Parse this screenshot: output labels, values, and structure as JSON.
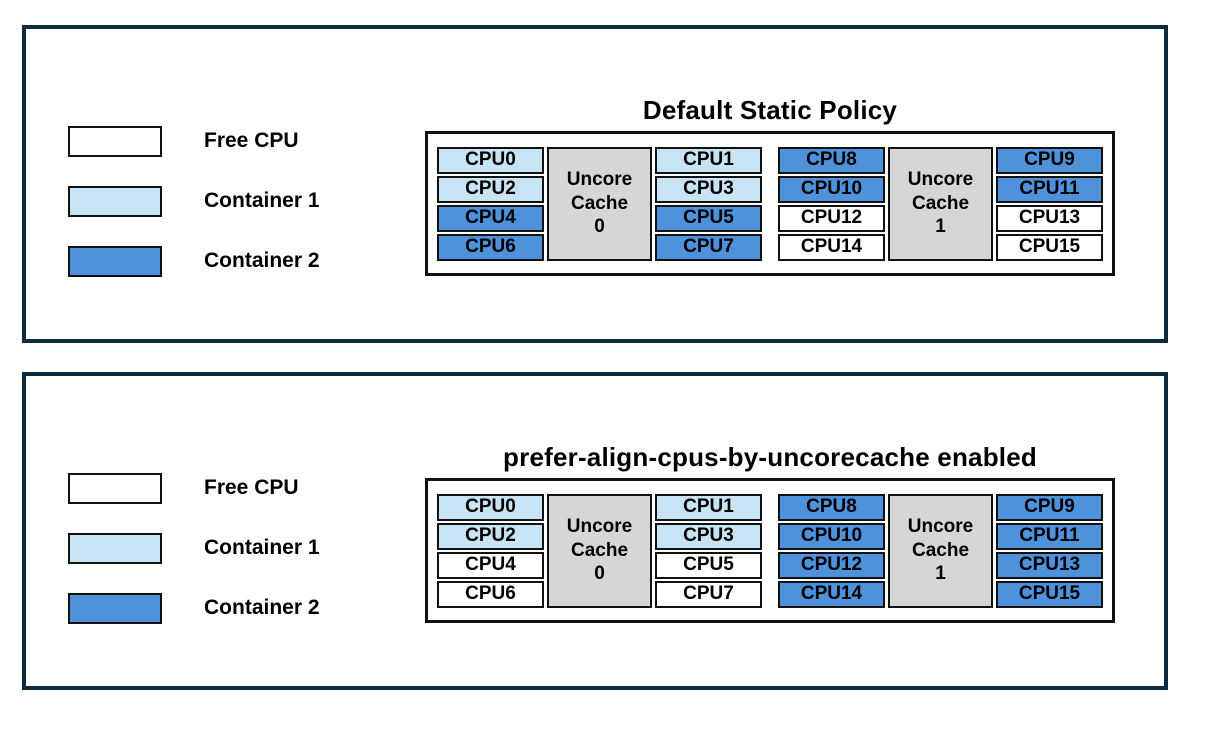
{
  "colors": {
    "free_cpu": "#FFFFFF",
    "container1": "#C8E4F4",
    "container2": "#4E92DB",
    "uncore_cache_bg": "#D6D6D6",
    "panel_border": "#0D2B3C"
  },
  "panels": [
    {
      "title": "Default Static Policy",
      "legend": [
        {
          "label": "Free CPU",
          "state": "free"
        },
        {
          "label": "Container 1",
          "state": "container1"
        },
        {
          "label": "Container 2",
          "state": "container2"
        }
      ],
      "groups": [
        {
          "cache_label": "Uncore\nCache\n0",
          "left": [
            {
              "label": "CPU0",
              "state": "container1"
            },
            {
              "label": "CPU2",
              "state": "container1"
            },
            {
              "label": "CPU4",
              "state": "container2"
            },
            {
              "label": "CPU6",
              "state": "container2"
            }
          ],
          "right": [
            {
              "label": "CPU1",
              "state": "container1"
            },
            {
              "label": "CPU3",
              "state": "container1"
            },
            {
              "label": "CPU5",
              "state": "container2"
            },
            {
              "label": "CPU7",
              "state": "container2"
            }
          ]
        },
        {
          "cache_label": "Uncore\nCache\n1",
          "left": [
            {
              "label": "CPU8",
              "state": "container2"
            },
            {
              "label": "CPU10",
              "state": "container2"
            },
            {
              "label": "CPU12",
              "state": "free"
            },
            {
              "label": "CPU14",
              "state": "free"
            }
          ],
          "right": [
            {
              "label": "CPU9",
              "state": "container2"
            },
            {
              "label": "CPU11",
              "state": "container2"
            },
            {
              "label": "CPU13",
              "state": "free"
            },
            {
              "label": "CPU15",
              "state": "free"
            }
          ]
        }
      ]
    },
    {
      "title": "prefer-align-cpus-by-uncorecache enabled",
      "legend": [
        {
          "label": "Free CPU",
          "state": "free"
        },
        {
          "label": "Container 1",
          "state": "container1"
        },
        {
          "label": "Container 2",
          "state": "container2"
        }
      ],
      "groups": [
        {
          "cache_label": "Uncore\nCache\n0",
          "left": [
            {
              "label": "CPU0",
              "state": "container1"
            },
            {
              "label": "CPU2",
              "state": "container1"
            },
            {
              "label": "CPU4",
              "state": "free"
            },
            {
              "label": "CPU6",
              "state": "free"
            }
          ],
          "right": [
            {
              "label": "CPU1",
              "state": "container1"
            },
            {
              "label": "CPU3",
              "state": "container1"
            },
            {
              "label": "CPU5",
              "state": "free"
            },
            {
              "label": "CPU7",
              "state": "free"
            }
          ]
        },
        {
          "cache_label": "Uncore\nCache\n1",
          "left": [
            {
              "label": "CPU8",
              "state": "container2"
            },
            {
              "label": "CPU10",
              "state": "container2"
            },
            {
              "label": "CPU12",
              "state": "container2"
            },
            {
              "label": "CPU14",
              "state": "container2"
            }
          ],
          "right": [
            {
              "label": "CPU9",
              "state": "container2"
            },
            {
              "label": "CPU11",
              "state": "container2"
            },
            {
              "label": "CPU13",
              "state": "container2"
            },
            {
              "label": "CPU15",
              "state": "container2"
            }
          ]
        }
      ]
    }
  ]
}
